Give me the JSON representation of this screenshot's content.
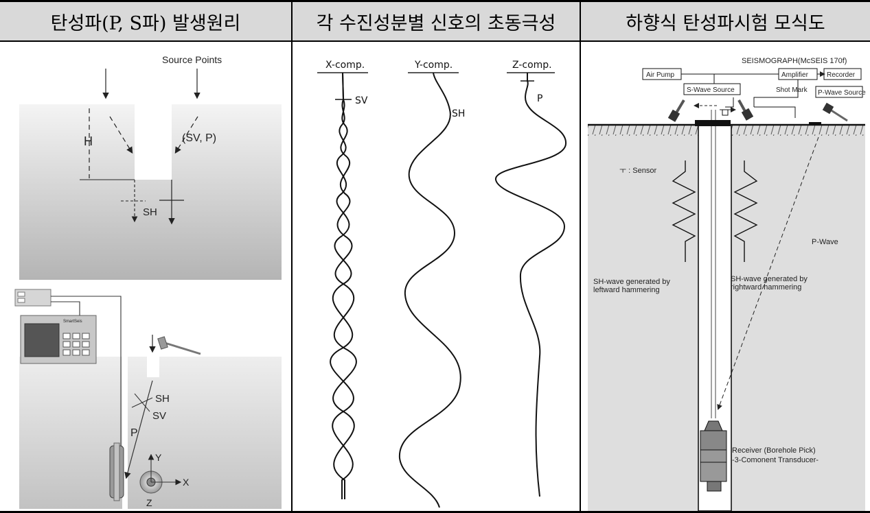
{
  "headers": {
    "left": "탄성파(P, S파) 발생원리",
    "middle": "각 수진성분별 신호의 초동극성",
    "right": "하향식 탄성파시험 모식도"
  },
  "left_top": {
    "source_points": "Source Points",
    "h": "H",
    "sv_p": "(SV, P)",
    "sh": "SH"
  },
  "left_bottom": {
    "recorder_brand": "SmartSeis",
    "sh": "SH",
    "sv": "SV",
    "p": "P",
    "y": "Y",
    "x": "X",
    "z": "Z"
  },
  "middle": {
    "x_comp": "X-comp.",
    "y_comp": "Y-comp.",
    "z_comp": "Z-comp.",
    "sv": "SV",
    "sh": "SH",
    "p": "P"
  },
  "right": {
    "seismograph": "SEISMOGRAPH(McSEIS 170f)",
    "air_pump": "Air Pump",
    "amplifier": "Amplifier",
    "recorder": "Recorder",
    "s_wave_source": "S-Wave Source",
    "shot_mark": "Shot Mark",
    "p_wave_source": "P-Wave Source",
    "sensor": "ㅜ : Sensor",
    "p_wave": "P-Wave",
    "sh_left_1": "SH-wave generated by",
    "sh_left_2": "leftward hammering",
    "sh_right_1": "SH-wave generated by",
    "sh_right_2": "rightward hammering",
    "receiver_1": "Receiver (Borehole Pick)",
    "receiver_2": "-3-Comonent Transducer-"
  }
}
